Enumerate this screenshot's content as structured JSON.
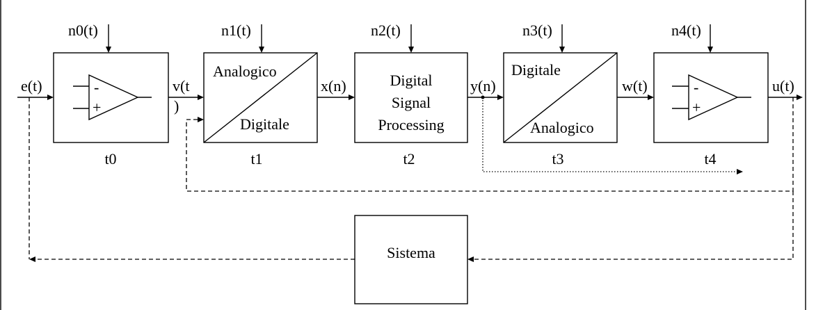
{
  "signals": {
    "e": "e(t)",
    "v_part1": "v(t",
    "v_part2": ")",
    "x": "x(n)",
    "y": "y(n)",
    "w": "w(t)",
    "u": "u(t)"
  },
  "noises": [
    "n0(t)",
    "n1(t)",
    "n2(t)",
    "n3(t)",
    "n4(t)"
  ],
  "stage_labels": [
    "t0",
    "t1",
    "t2",
    "t3",
    "t4"
  ],
  "adc": {
    "top": "Analogico",
    "bottom": "Digitale"
  },
  "dsp": {
    "line1": "Digital",
    "line2": "Signal",
    "line3": "Processing"
  },
  "dac": {
    "top": "Digitale",
    "bottom": "Analogico"
  },
  "opamp": {
    "minus": "-",
    "plus": "+"
  },
  "system": {
    "label": "Sistema"
  }
}
